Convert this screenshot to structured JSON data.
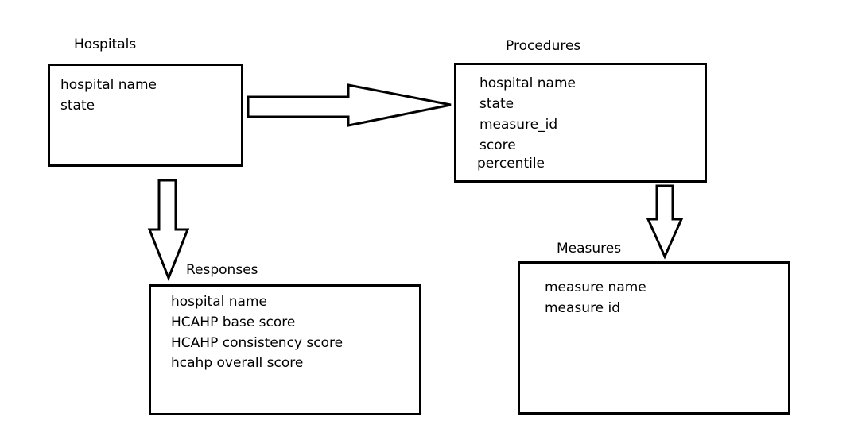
{
  "entities": {
    "hospitals": {
      "title": "Hospitals",
      "fields": [
        "hospital name",
        "state"
      ]
    },
    "procedures": {
      "title": "Procedures",
      "fields": [
        "hospital name",
        "state",
        "measure_id",
        "score",
        "percentile"
      ]
    },
    "responses": {
      "title": "Responses",
      "fields": [
        "hospital name",
        "HCAHP base score",
        "HCAHP consistency score",
        "hcahp overall score"
      ]
    },
    "measures": {
      "title": "Measures",
      "fields": [
        "measure name",
        "measure id"
      ]
    }
  },
  "colors": {
    "line": "#000000",
    "background": "#ffffff"
  }
}
